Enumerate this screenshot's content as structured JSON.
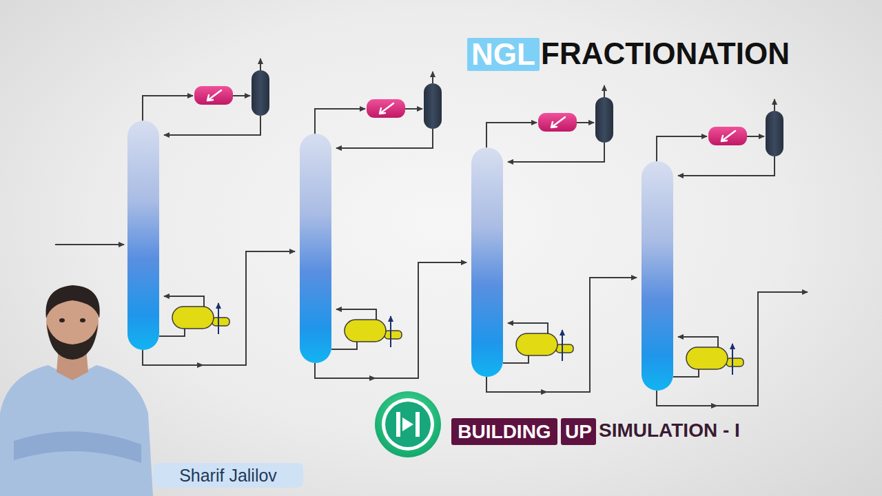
{
  "diagram": {
    "nodes": [
      {
        "text": [
          "NGL"
        ]
      },
      {
        "text": [
          "BUILDING"
        ]
      },
      {
        "text": [
          "UP"
        ]
      },
      {
        "text": [
          "Sharif Jalilov"
        ]
      }
    ],
    "labels": [
      "FRACTIONATION",
      "SIMULATION - I"
    ]
  }
}
